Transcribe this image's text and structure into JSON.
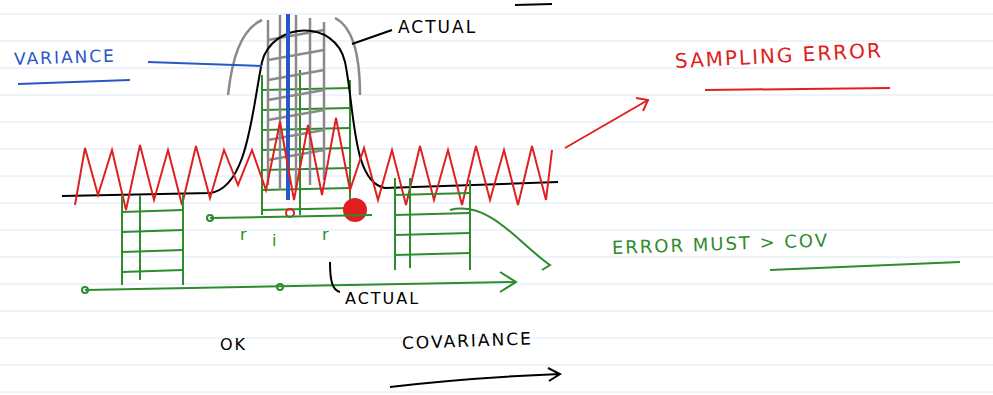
{
  "diagram": {
    "labels": [
      "VARIANCE",
      "ACTUAL",
      "SAMPLING ERROR",
      "ERROR MUST > COV",
      "ACTUAL",
      "OK",
      "COVARIANCE",
      "r",
      "i",
      "r"
    ]
  }
}
